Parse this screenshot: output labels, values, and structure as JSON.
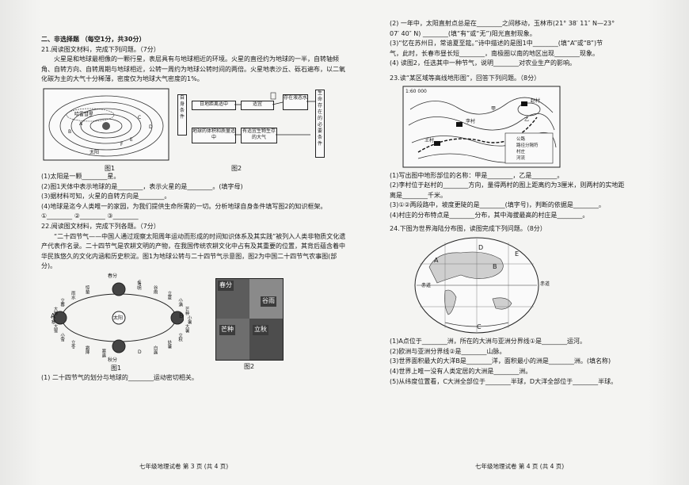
{
  "left": {
    "section_title": "二、非选择题   （每空1分，共30分）",
    "q21": {
      "stem": "21.阅读图文材料，完成下列问题。（7分）",
      "para": "火星是和地球最相像的一颗行星，表层具有与地球相近的环境。火星的直径约为地球的一半，自转轴倾角、自转方向、自转周期与地球相近，公转一周约为地球公转时间的两倍。火星地表沙丘、砾石遍布，以二氧化碳为主的大气十分稀薄，密度仅为地球大气密度的1%。",
      "fig1": {
        "caption": "图1",
        "labels": [
          "A",
          "B",
          "C",
          "D",
          "E",
          "F",
          "太阳",
          "哈雷彗星"
        ]
      },
      "fig2": {
        "caption": "图2",
        "col_a": "自身条件",
        "box1": "日地距离适中",
        "box2": "地球的体积和质量适中",
        "box3": "有适宜生物生存的大气",
        "col_b": "生命存在",
        "right_col": "存在液态水",
        "final": "生命存在的必要条件",
        "blank_box": "适宜"
      },
      "sub1": "(1)太阳是一颗________星。",
      "sub2": "(2)图1天体中表示地球的是________，表示火星的是________。(填字母)",
      "sub3": "(3)据材料可知，火星的自转方向是________。",
      "sub4": "(4)地球是迄今人类唯一的家园，为我们提供生命所需的一切。分析地球自身条件填写图2的知识框架。",
      "sub4_blanks": "①________    ②________    ③________"
    },
    "q22": {
      "stem": "22.阅读图文材料，完成下列各题。（7分）",
      "para": "“二十四节气——中国人通过观察太阳周年运动而形成的时间知识体系及其实践”被列入人类非物质文化遗产代表作名录。二十四节气是农耕文明的产物，在我国传统农耕文化中占有及其重要的位置，其背后蕴含着中华民族悠久的文化内涵和历史积淀。图1为地球公转与二十四节气示意图，图2为中国二十四节气农事图(部分)。",
      "fig1_caption": "图1",
      "fig2_caption": "图2",
      "orbit_labels": [
        "A",
        "B",
        "C",
        "D",
        "太阳",
        "春分",
        "夏至",
        "秋分",
        "冬至"
      ],
      "terms": [
        "清明",
        "谷雨",
        "立夏",
        "小满",
        "芒种",
        "小暑",
        "大暑",
        "立秋",
        "处暑",
        "白露",
        "寒露",
        "霜降",
        "立冬",
        "小雪",
        "大雪",
        "小寒",
        "大寒",
        "立春",
        "雨水",
        "惊蛰"
      ],
      "photo_labels": [
        "春分",
        "谷雨",
        "芒种",
        "立秋"
      ],
      "sub1": "(1) 二十四节气的划分与地球的________运动密切相关。"
    },
    "footer": "七年级地理试卷 第 3 页  (共 4 页)"
  },
  "right": {
    "q22_cont": {
      "sub2": "(2) 一年中，太阳直射点总是在________之间移动，玉林市(21° 38′ 11″ N—23°",
      "sub2b": "07′ 40″ N) ________(填“有”或“无”)阳光直射现象。",
      "sub3": "(3)“忆在苏州日，常谙夏至筵。”诗中描述的是图1中________(填“A”或“B”)节",
      "sub3b": "气，此时，长春市昼长短________，南极圈以南的地区出现________现象。",
      "sub4": "(4) 读图2，任选其中一种节气，说明________对农业生产的影响。"
    },
    "q23": {
      "stem": "23.读“某区域等高线地形图”，回答下列问题。（8分）",
      "scale": "1:60 000",
      "labels": [
        "甲",
        "乙",
        "李村",
        "王村",
        "赵村"
      ],
      "legend": [
        "公路",
        "路径分隔符",
        "村庄",
        "河流"
      ],
      "sub1": "(1)写出图中地形部位的名称：甲是________，乙是________。",
      "sub2": "(2)李村位于赵村的________方向，量得两村的图上距离约为3厘米，则两村的实地距",
      "sub2b": "离是________千米。",
      "sub3": "(3)①②两段路中，坡度更陡的是________(填字号)，判断的依据是________。",
      "sub4": "(4)村庄的分布特点是________分布，其中海拔最高的村庄是________。"
    },
    "q24": {
      "stem": "24.下图为世界海陆分布图，读图完成下列问题。（8分）",
      "map_labels": [
        "A",
        "B",
        "C",
        "D",
        "E",
        "赤道",
        "赤道"
      ],
      "sub1": "(1)A点位于________洲，所在的大洲与亚洲分界线①是________运河。",
      "sub2": "(2)欧洲与亚洲分界线②是________山脉。",
      "sub3": "(3)世界面积最大的大洋B是________洋，面积最小的洲是________洲。(填名称)",
      "sub4": "(4)世界上唯一没有人类定居的大洲是________洲。",
      "sub5": "(5)从纬度位置看，C大洲全部位于________半球，D大洋全部位于________半球。"
    },
    "footer": "七年级地理试卷 第 4 页  (共 4 页)"
  }
}
